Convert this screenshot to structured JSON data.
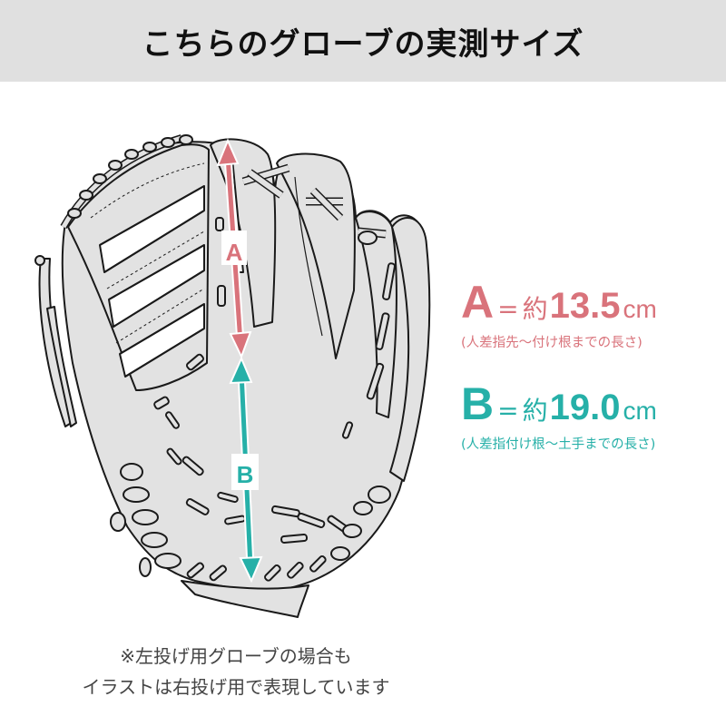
{
  "header": {
    "title": "こちらのグローブの実測サイズ"
  },
  "colors": {
    "header_bg": "#e0e0e0",
    "measure_a": "#d9737b",
    "measure_b": "#26b0a8",
    "glove_fill": "#e2e2e2",
    "glove_outline": "#1a1a1a"
  },
  "illustration": {
    "subject": "baseball-glove",
    "arrow_a_label": "A",
    "arrow_b_label": "B"
  },
  "measurements": [
    {
      "letter": "A",
      "equals": "=",
      "approx": "約",
      "value": "13.5",
      "unit": "cm",
      "description": "(人差指先〜付け根までの長さ)"
    },
    {
      "letter": "B",
      "equals": "=",
      "approx": "約",
      "value": "19.0",
      "unit": "cm",
      "description": "(人差指付け根〜土手までの長さ)"
    }
  ],
  "footnote": {
    "line1": "※左投げ用グローブの場合も",
    "line2": "イラストは右投げ用で表現しています"
  }
}
